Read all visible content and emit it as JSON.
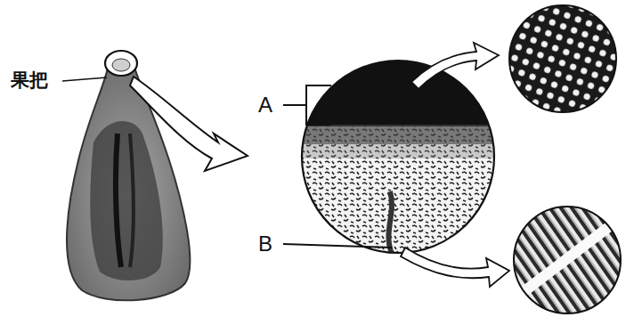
{
  "diagram": {
    "labels": [
      "果把",
      "A",
      "B"
    ]
  }
}
